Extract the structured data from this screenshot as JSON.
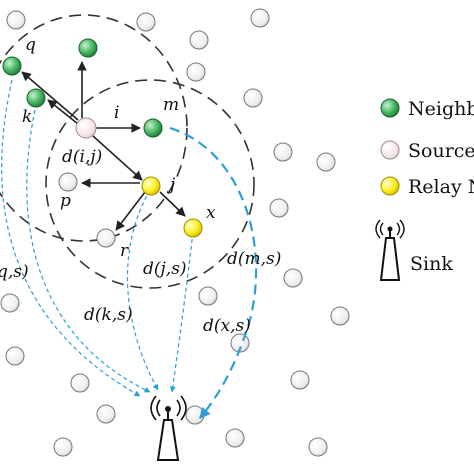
{
  "diagram": {
    "node_labels": {
      "q": "q",
      "k": "k",
      "i": "i",
      "m": "m",
      "j": "j",
      "p": "p",
      "r": "r",
      "x": "x"
    },
    "distance_labels": {
      "dij": "d(i,j)",
      "djs": "d(j,s)",
      "dms": "d(m,s)",
      "dks": "d(k,s)",
      "dxs": "d(x,s)",
      "dqs": "q,s)"
    },
    "legend": {
      "neighbor": "Neighb",
      "source": "Source",
      "relay": "Relay N",
      "sink": "Sink"
    },
    "colors": {
      "neighbor": "#3aa85a",
      "source": "#f6e4e6",
      "relay": "#ffee22",
      "other": "#f2f2f2",
      "path": "#2a9fd8"
    }
  }
}
